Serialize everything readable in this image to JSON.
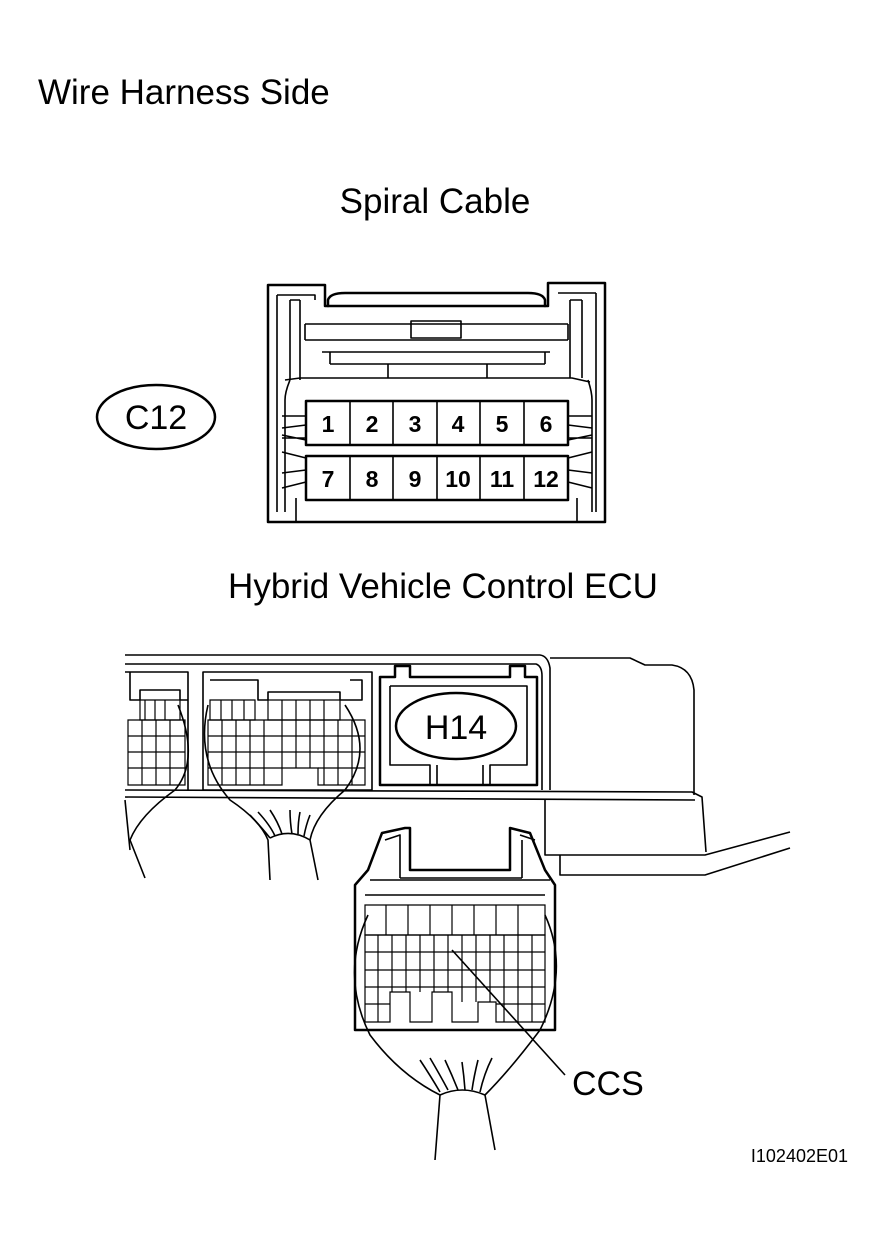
{
  "header": {
    "title": "Wire Harness Side"
  },
  "spiral_cable": {
    "label": "Spiral Cable",
    "connector_code": "C12",
    "pins_top": [
      "1",
      "2",
      "3",
      "4",
      "5",
      "6"
    ],
    "pins_bottom": [
      "7",
      "8",
      "9",
      "10",
      "11",
      "12"
    ]
  },
  "ecu": {
    "label": "Hybrid Vehicle Control ECU",
    "connector_code": "H14",
    "terminal_label": "CCS"
  },
  "footer": {
    "figure_id": "I102402E01"
  }
}
